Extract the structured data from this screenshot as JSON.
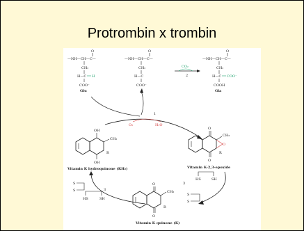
{
  "slide": {
    "title": "Protrombin x trombin"
  },
  "figure": {
    "top": {
      "glu_backbone": "—NH—CH—C—",
      "co_o": "O",
      "ch2": "CH₂",
      "h_c": "H—C",
      "h": "H",
      "coo": "COO⁻",
      "glu_label": "Glu",
      "cooh": "COOH",
      "gla_label": "Gla",
      "co2": "CO₂",
      "step2": "2"
    },
    "cycle": {
      "step1": "1",
      "o2": "O₂",
      "h2o": "H₂O",
      "step3a": "3",
      "step3b": "3"
    },
    "hydroquinone": {
      "oh_top": "OH",
      "oh_bottom": "OH",
      "ch3": "CH₃",
      "r": "R",
      "label": "Vitamin K hydroquinone (KH₂)"
    },
    "epoxide": {
      "o_top": "O",
      "o_bottom": "O",
      "o_ring": "O",
      "ch3": "CH₃",
      "r": "R",
      "label": "Vitamin K-2,3-epoxide"
    },
    "quinone": {
      "o_top": "O",
      "o_bottom": "O",
      "ch3": "CH₃",
      "r": "R",
      "label": "Vitamin K quinone (K)"
    },
    "dithiol": {
      "hs": "HS",
      "sh": "SH",
      "s1": "S",
      "s2": "S"
    },
    "colors": {
      "green": "#1aa06a",
      "red": "#d23a3a"
    }
  }
}
